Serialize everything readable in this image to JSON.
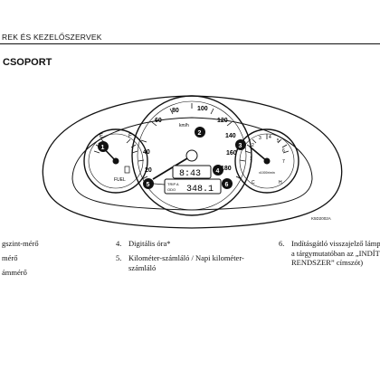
{
  "header": {
    "chapter": "REK ÉS KEZELŐSZERVEK"
  },
  "section": {
    "title": "CSOPORT"
  },
  "figure": {
    "code": "K5D2002A",
    "speedo_labels": [
      "20",
      "40",
      "60",
      "80",
      "100",
      "120",
      "140",
      "160",
      "180"
    ],
    "speedo_unit": "km/h",
    "tacho_labels": [
      "1",
      "2",
      "3",
      "4",
      "5",
      "6",
      "7"
    ],
    "tacho_unit": "x1000r/min",
    "fuel_label": "FUEL",
    "fuel_e": "E",
    "fuel_f": "F",
    "temp_c": "C",
    "temp_h": "H",
    "clock_display": "8:43",
    "odo_display": "348.1",
    "odo_sub_top": "TRIP A",
    "odo_sub_bottom": "ODO",
    "callouts": [
      "1",
      "2",
      "3",
      "4",
      "5",
      "6"
    ]
  },
  "legend": {
    "col1": [
      {
        "text": "gszint-mérő"
      },
      {
        "text": "mérő"
      },
      {
        "text": "ámmérő"
      }
    ],
    "col2": [
      {
        "num": "4.",
        "text": "Digitális óra*"
      },
      {
        "num": "5.",
        "text": "Kilométer-számláló / Napi kilométer-",
        "text2": "számláló"
      }
    ],
    "col3": [
      {
        "num": "6.",
        "text": "Indításgátló visszajelző lámp",
        "text2": "a tárgymutatóban az „INDÍT",
        "text3": "RENDSZER” címszót)"
      }
    ]
  }
}
